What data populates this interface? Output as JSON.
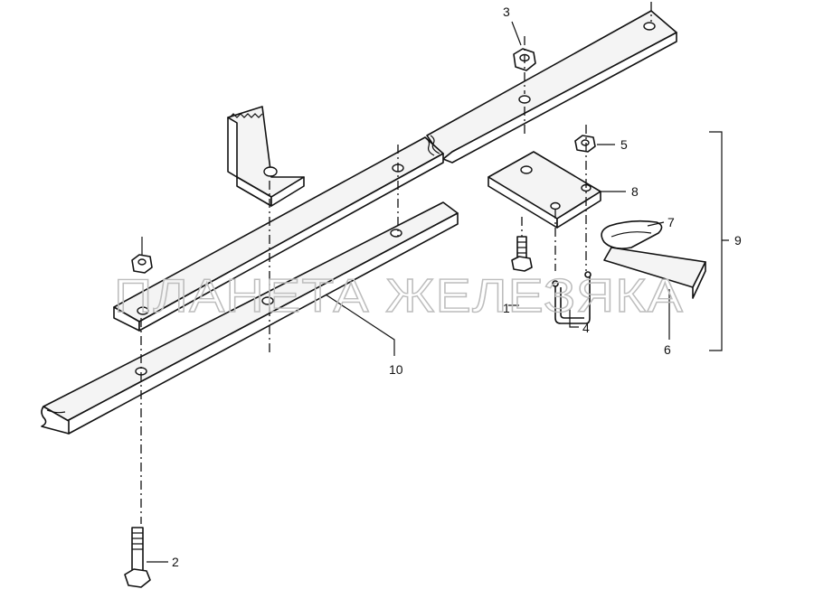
{
  "callouts": {
    "c1": "1",
    "c2": "2",
    "c3": "3",
    "c4": "4",
    "c5": "5",
    "c6": "6",
    "c7": "7",
    "c8": "8",
    "c9": "9",
    "c10": "10"
  },
  "watermark": "ПЛАНЕТА ЖЕЛЕЗЯКА",
  "colors": {
    "line": "#111111",
    "background": "#ffffff",
    "watermark": "#bdbdbd"
  }
}
